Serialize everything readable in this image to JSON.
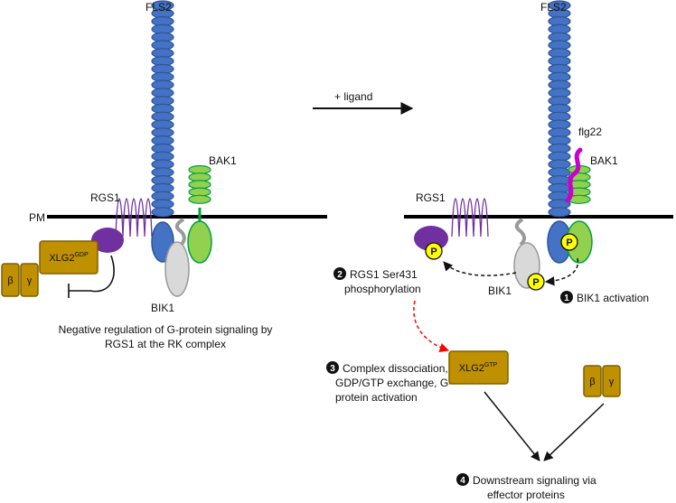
{
  "colors": {
    "fls2": "#4472c4",
    "fls2_stroke": "#2f5597",
    "bak1": "#92d050",
    "bak1_stroke": "#00a040",
    "rgs1": "#7030a0",
    "xlg2": "#bf9000",
    "xlg2_stroke": "#7f6000",
    "bik1": "#d9d9d9",
    "flg22": "#cc00cc",
    "phospho": "#ffff00",
    "dissociation_arrow": "#ff0000"
  },
  "left": {
    "fls2": "FLS2",
    "bak1": "BAK1",
    "rgs1": "RGS1",
    "pm": "PM",
    "xlg2_base": "XLG2",
    "xlg2_sup": "GDP",
    "beta": "β",
    "gamma": "γ",
    "bik1": "BIK1",
    "caption_line1": "Negative regulation of G-protein signaling by",
    "caption_line2": "RGS1 at the RK complex"
  },
  "arrow_label": "+ ligand",
  "right": {
    "fls2": "FLS2",
    "flg22": "flg22",
    "bak1": "BAK1",
    "rgs1": "RGS1",
    "bik1": "BIK1",
    "p": "P",
    "xlg2_base": "XLG2",
    "xlg2_sup": "GTP",
    "beta": "β",
    "gamma": "γ"
  },
  "steps": [
    {
      "num": "1",
      "lines": [
        "BIK1 activation"
      ]
    },
    {
      "num": "2",
      "lines": [
        "RGS1 Ser431",
        "phosphorylation"
      ]
    },
    {
      "num": "3",
      "lines": [
        "Complex dissociation,",
        "GDP/GTP exchange, G-",
        "protein activation"
      ]
    },
    {
      "num": "4",
      "lines": [
        "Downstream signaling via",
        "effector proteins"
      ]
    }
  ]
}
